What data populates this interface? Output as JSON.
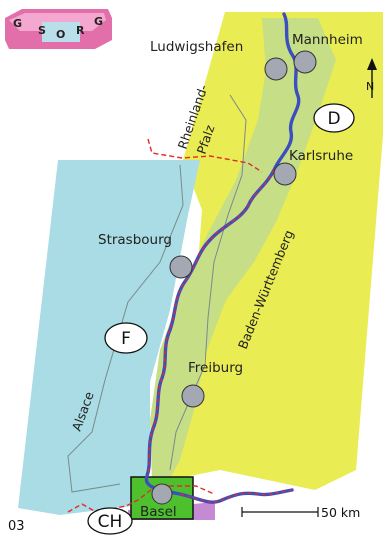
{
  "figure_number": "03",
  "legend_cube": {
    "letters": [
      "G",
      "S",
      "O",
      "R",
      "G"
    ]
  },
  "cities": [
    {
      "label": "Ludwigshafen"
    },
    {
      "label": "Mannheim"
    },
    {
      "label": "Karlsruhe"
    },
    {
      "label": "Strasbourg"
    },
    {
      "label": "Freiburg"
    },
    {
      "label": "Basel"
    }
  ],
  "regions": [
    {
      "label": "Rheinland-"
    },
    {
      "label": "Pfalz"
    },
    {
      "label": "Baden-Württemberg"
    },
    {
      "label": "Alsace"
    }
  ],
  "countries": [
    {
      "label": "D"
    },
    {
      "label": "F"
    },
    {
      "label": "CH"
    }
  ],
  "north_arrow": {
    "label": "N"
  },
  "scale_bar": {
    "label": "50 km"
  },
  "colors": {
    "german_block": "#e9ec52",
    "french_block": "#a9dce4",
    "graben_fill": "#c6de85",
    "river": "#3b4fbf",
    "border": "#e02b2b",
    "city_marker": "#a3a8b3",
    "basel_box": "#4ec02e",
    "swiss_fill": "#c48ad4"
  }
}
